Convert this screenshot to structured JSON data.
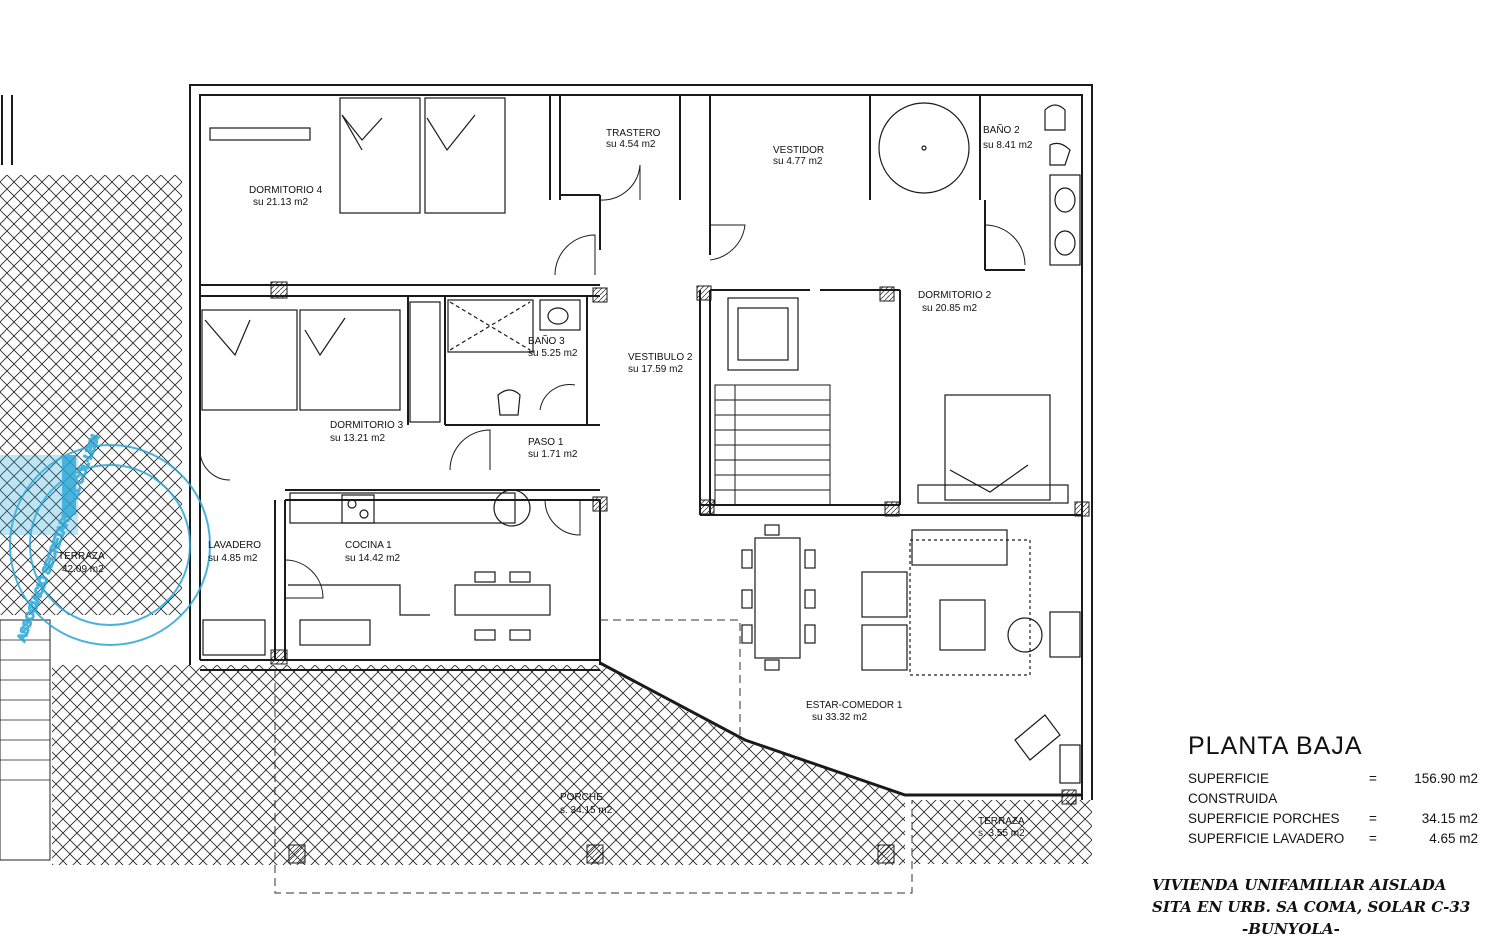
{
  "rooms": [
    {
      "key": "dorm4",
      "name": "DORMITORIO 4",
      "area": "su 21.13 m2"
    },
    {
      "key": "trastero",
      "name": "TRASTERO",
      "area": "su 4.54 m2"
    },
    {
      "key": "vestidor",
      "name": "VESTIDOR",
      "area": "su 4.77 m2"
    },
    {
      "key": "bano2",
      "name": "BAÑO 2",
      "area": "su 8.41 m2"
    },
    {
      "key": "dorm2",
      "name": "DORMITORIO 2",
      "area": "su 20.85 m2"
    },
    {
      "key": "bano3",
      "name": "BAÑO 3",
      "area": "su 5.25 m2"
    },
    {
      "key": "vestibulo",
      "name": "VESTIBULO 2",
      "area": "su 17.59 m2"
    },
    {
      "key": "dorm3",
      "name": "DORMITORIO 3",
      "area": "su 13.21 m2"
    },
    {
      "key": "paso",
      "name": "PASO 1",
      "area": "su 1.71 m2"
    },
    {
      "key": "cocina",
      "name": "COCINA 1",
      "area": "su 14.42 m2"
    },
    {
      "key": "lavadero",
      "name": "LAVADERO",
      "area": "su 4.85 m2"
    },
    {
      "key": "terraza1",
      "name": "TERRAZA",
      "area": "42.09 m2"
    },
    {
      "key": "estar",
      "name": "ESTAR-COMEDOR 1",
      "area": "su 33.32 m2"
    },
    {
      "key": "porche",
      "name": "PORCHE",
      "area": "s. 34.15 m2"
    },
    {
      "key": "terraza2",
      "name": "TERRAZA",
      "area": "s. 3.55 m2"
    }
  ],
  "legend": {
    "title": "PLANTA BAJA",
    "rows": [
      {
        "label": "SUPERFICIE CONSTRUIDA",
        "eq": "=",
        "value": "156.90 m2"
      },
      {
        "label": "SUPERFICIE PORCHES",
        "eq": "=",
        "value": "34.15 m2"
      },
      {
        "label": "SUPERFICIE LAVADERO",
        "eq": "=",
        "value": "4.65 m2"
      }
    ]
  },
  "title_block": {
    "line1": "VIVIENDA UNIFAMILIAR AISLADA",
    "line2": "SITA EN URB. SA COMA, SOLAR C-33",
    "line3": "-BUNYOLA-"
  },
  "stamp": {
    "text": "ASSOCIACIÓ SECRETARIA DEL COL·LEGI",
    "color": "#29a6d6"
  },
  "colors": {
    "line": "#1a1a1a",
    "stamp": "#29a6d6",
    "paper": "#ffffff"
  }
}
